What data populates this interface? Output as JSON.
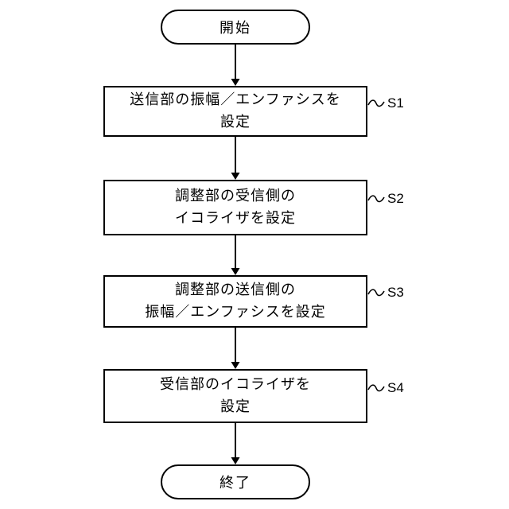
{
  "flowchart": {
    "start_label": "開始",
    "end_label": "終了",
    "steps": [
      {
        "id": "S1",
        "line1": "送信部の振幅／エンファシスを",
        "line2": "設定"
      },
      {
        "id": "S2",
        "line1": "調整部の受信側の",
        "line2": "イコライザを設定"
      },
      {
        "id": "S3",
        "line1": "調整部の送信側の",
        "line2": "振幅／エンファシスを設定"
      },
      {
        "id": "S4",
        "line1": "受信部のイコライザを",
        "line2": "設定"
      }
    ]
  },
  "colors": {
    "line": "#000000",
    "background": "#ffffff"
  }
}
